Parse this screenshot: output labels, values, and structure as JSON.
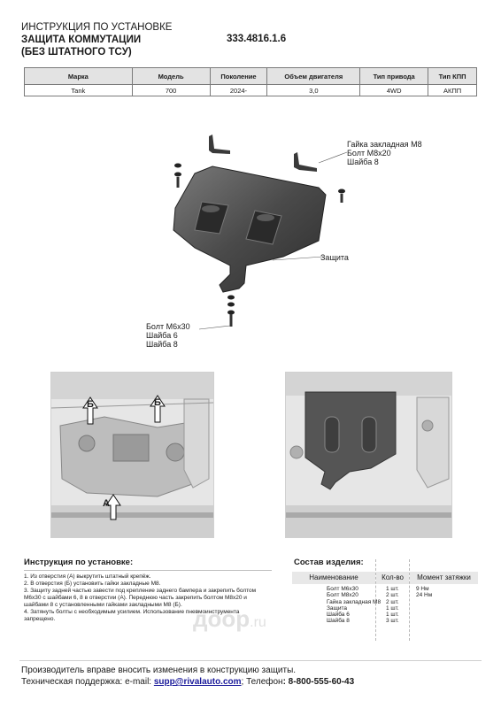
{
  "header": {
    "line1": "ИНСТРУКЦИЯ ПО УСТАНОВКЕ",
    "line2": "ЗАЩИТА КОММУТАЦИИ",
    "line3": "(БЕЗ ШТАТНОГО ТСУ)",
    "part_number": "333.4816.1.6"
  },
  "spec_table": {
    "headers": [
      "Марка",
      "Модель",
      "Поколение",
      "Объем двигателя",
      "Тип привода",
      "Тип КПП"
    ],
    "row": [
      "Tank",
      "700",
      "2024-",
      "3,0",
      "4WD",
      "АКПП"
    ]
  },
  "diagram": {
    "callout_top": [
      "Гайка закладная М8",
      "Болт М8х20",
      "Шайба 8"
    ],
    "callout_mid": "Защита",
    "callout_bottom": [
      "Болт М6х30",
      "Шайба 6",
      "Шайба 8"
    ]
  },
  "photos": {
    "label_b1": "Б",
    "label_b2": "Б",
    "label_a": "А"
  },
  "instructions": {
    "title": "Инструкция по установке:",
    "steps": [
      "1. Из отверстия (А) выкрутить штатный крепёж.",
      "2. В отверстия (Б) установить гайки закладные М8.",
      "3. Защиту задней частью завести под крепление заднего бампера и закрепить болтом",
      "М6х30 с шайбами 6, 8 в отверстии (А). Переднюю часть закрепить болтом М8х20 и",
      "шайбами 8 с установленными гайками закладными М8 (Б).",
      "4. Затянуть болты с необходимым усилием. Использование пневмоинструмента",
      "запрещено."
    ]
  },
  "composition": {
    "title": "Состав изделия:",
    "headers": [
      "Наименование",
      "Кол-во",
      "Момент затяжки"
    ],
    "names": [
      "Болт М6х30",
      "Болт М8х20",
      "Гайка закладная М8",
      "Защита",
      "Шайба 6",
      "Шайба 8"
    ],
    "quantities": [
      "1 шт.",
      "2 шт.",
      "2 шт.",
      "1 шт.",
      "1 шт.",
      "3 шт."
    ],
    "torques": [
      "9 Нм",
      "24 Нм"
    ]
  },
  "watermark": {
    "brand": "доор",
    "tld": ".ru"
  },
  "footer": {
    "line1": "Производитель вправе вносить изменения в конструкцию защиты.",
    "support_prefix": "Техническая поддержка:  e-mail: ",
    "email": "supp@rivalauto.com",
    "phone_prefix": "; Телефон",
    "phone": ": 8-800-555-60-43"
  }
}
